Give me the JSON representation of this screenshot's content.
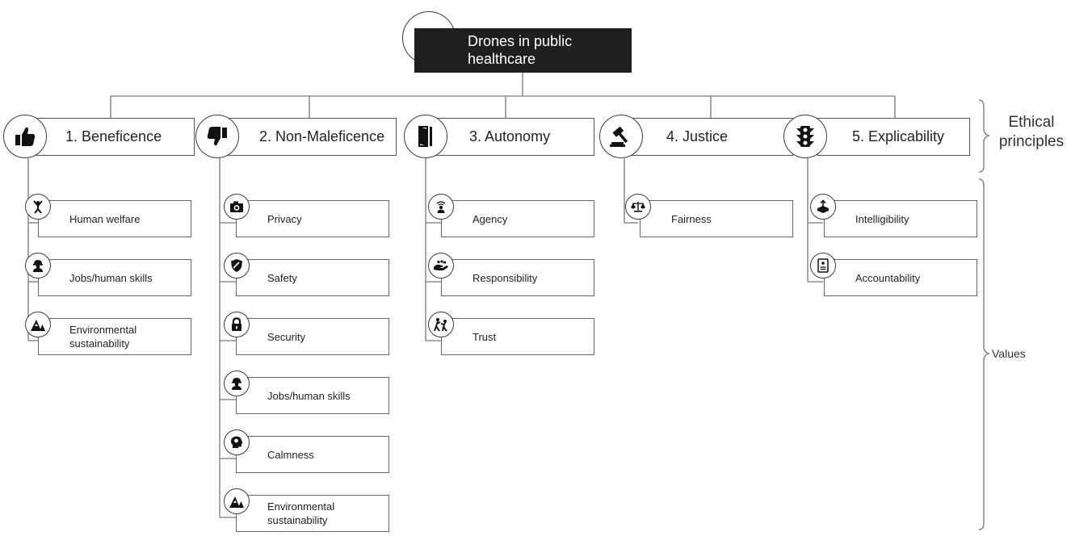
{
  "root": {
    "label": "Drones in public healthcare",
    "line1": "Drones in public",
    "line2": "healthcare",
    "icon": "drone-icon"
  },
  "principles": [
    {
      "label": "1. Beneficence",
      "icon": "thumbs-up-icon",
      "values": [
        {
          "lines": [
            "Human welfare"
          ],
          "icon": "person-cheering-icon"
        },
        {
          "lines": [
            "Jobs/human skills"
          ],
          "icon": "worker-icon"
        },
        {
          "lines": [
            "Environmental",
            "sustainability"
          ],
          "icon": "mountain-tree-icon"
        }
      ]
    },
    {
      "label": "2. Non-Maleficence",
      "icon": "thumbs-down-icon",
      "values": [
        {
          "lines": [
            "Privacy"
          ],
          "icon": "camera-icon"
        },
        {
          "lines": [
            "Safety"
          ],
          "icon": "shield-icon"
        },
        {
          "lines": [
            "Security"
          ],
          "icon": "lock-icon"
        },
        {
          "lines": [
            "Jobs/human skills"
          ],
          "icon": "worker-icon"
        },
        {
          "lines": [
            "Calmness"
          ],
          "icon": "head-icon"
        },
        {
          "lines": [
            "Environmental",
            "sustainability"
          ],
          "icon": "mountain-tree-icon"
        }
      ]
    },
    {
      "label": "3. Autonomy",
      "icon": "door-icon",
      "values": [
        {
          "lines": [
            "Agency"
          ],
          "icon": "person-signal-icon"
        },
        {
          "lines": [
            "Responsibility"
          ],
          "icon": "hands-icon"
        },
        {
          "lines": [
            "Trust"
          ],
          "icon": "trust-fall-icon"
        }
      ]
    },
    {
      "label": "4. Justice",
      "icon": "gavel-icon",
      "values": [
        {
          "lines": [
            "Fairness"
          ],
          "icon": "balance-scale-icon"
        }
      ]
    },
    {
      "label": "5. Explicability",
      "icon": "traffic-light-icon",
      "values": [
        {
          "lines": [
            "Intelligibility"
          ],
          "icon": "box-arrow-icon"
        },
        {
          "lines": [
            "Accountability"
          ],
          "icon": "document-icon"
        }
      ]
    }
  ],
  "side_labels": {
    "ethical_line1": "Ethical",
    "ethical_line2": "principles",
    "values": "Values"
  }
}
